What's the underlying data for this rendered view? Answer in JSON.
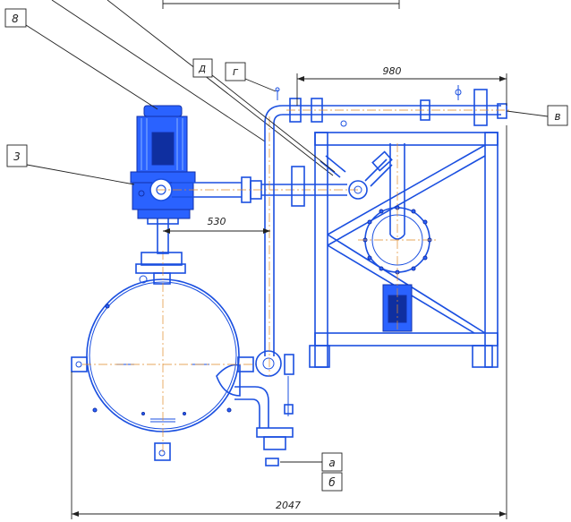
{
  "callouts": {
    "motor": "8",
    "gearbox": "3",
    "pipe_d": "д",
    "pipe_g": "г",
    "pipe_v": "в",
    "outlet_a": "а",
    "outlet_b": "б"
  },
  "dimensions": {
    "top_width": "980",
    "shaft_offset": "530",
    "overall_width": "2047"
  },
  "colors": {
    "equipment": "#1a4fe0",
    "centerline": "#e08a2a",
    "dimension": "#222222"
  }
}
